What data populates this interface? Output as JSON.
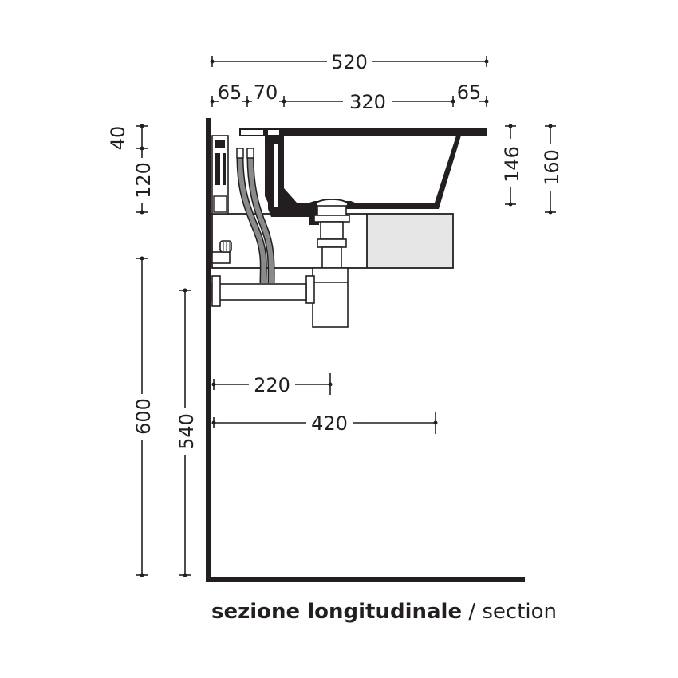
{
  "dimensions": {
    "overall_width": "520",
    "left_margin": "65",
    "left_inner": "70",
    "basin_width": "320",
    "right_margin": "65",
    "rim_thickness": "40",
    "rear_depth": "120",
    "basin_depth": "146",
    "overall_height": "160",
    "floor_to_top": "600",
    "floor_to_outlet": "540",
    "outlet_distance": "220",
    "cabinet_depth": "420"
  },
  "caption": {
    "bold": "sezione longitudinale",
    "separator": " / ",
    "light": "section"
  },
  "colors": {
    "line": "#231f20",
    "hose": "#8a8a8a",
    "cabinet": "#e6e6e6"
  }
}
